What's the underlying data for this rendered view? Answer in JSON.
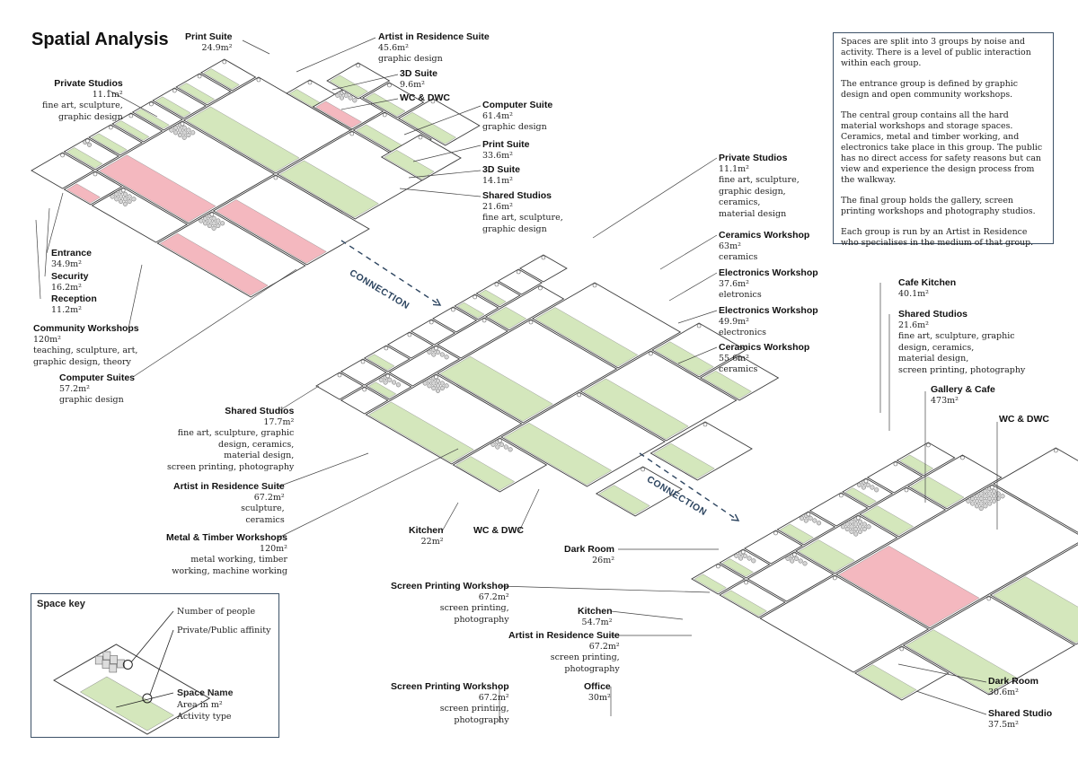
{
  "title": "Spatial Analysis",
  "connection_label": "CONNECTION",
  "description": [
    "Spaces are split into 3 groups by noise and activity. There is a level of public interaction within each group.",
    "The entrance group is defined by graphic design and open community workshops.",
    "The central group contains all the hard material workshops and storage spaces. Ceramics, metal and timber working, and electronics take place in this group. The public has no direct access for safety reasons but can view and experience the design process from the walkway.",
    "The final group holds the gallery, screen printing workshops and  photography studios.",
    "Each group is run by an Artist in Residence who specialises in the medium of that group."
  ],
  "key": {
    "title": "Space key",
    "people": "Number of people",
    "affinity": "Private/Public affinity",
    "space_name": "Space Name",
    "area": "Area in m²",
    "activity": "Activity type"
  },
  "colors": {
    "green": "#d4e7bc",
    "pink": "#f4b8bf",
    "line": "#3a3a3a",
    "accent": "#2d4560"
  },
  "labels": [
    {
      "id": "print-suite-1",
      "name": "Print Suite",
      "area": "24.9m²",
      "activity": ""
    },
    {
      "id": "artist-res-1",
      "name": "Artist in Residence Suite",
      "area": "45.6m²",
      "activity": "graphic design"
    },
    {
      "id": "3d-suite-1",
      "name": "3D Suite",
      "area": "9.6m²",
      "activity": ""
    },
    {
      "id": "wc-1",
      "name": "WC & DWC",
      "area": "",
      "activity": ""
    },
    {
      "id": "private-studios-1",
      "name": "Private Studios",
      "area": "11.1m²",
      "activity": "fine art, sculpture,\ngraphic design"
    },
    {
      "id": "computer-suite-1",
      "name": "Computer Suite",
      "area": "61.4m²",
      "activity": "graphic design"
    },
    {
      "id": "print-suite-2",
      "name": "Print Suite",
      "area": "33.6m²",
      "activity": ""
    },
    {
      "id": "3d-suite-2",
      "name": "3D Suite",
      "area": "14.1m²",
      "activity": ""
    },
    {
      "id": "shared-studios-1",
      "name": "Shared Studios",
      "area": "21.6m²",
      "activity": "fine art, sculpture,\ngraphic design"
    },
    {
      "id": "entrance",
      "name": "Entrance",
      "area": "34.9m²",
      "activity": ""
    },
    {
      "id": "security",
      "name": "Security",
      "area": "16.2m²",
      "activity": ""
    },
    {
      "id": "reception",
      "name": "Reception",
      "area": "11.2m²",
      "activity": ""
    },
    {
      "id": "community",
      "name": "Community Workshops",
      "area": "120m²",
      "activity": "teaching, sculpture, art,\ngraphic design, theory"
    },
    {
      "id": "computer-suites",
      "name": "Computer Suites",
      "area": "57.2m²",
      "activity": "graphic design"
    },
    {
      "id": "private-studios-2",
      "name": "Private Studios",
      "area": "11.1m²",
      "activity": "fine art, sculpture,\ngraphic design,\nceramics,\nmaterial design"
    },
    {
      "id": "ceramics-1",
      "name": "Ceramics Workshop",
      "area": "63m²",
      "activity": "ceramics"
    },
    {
      "id": "electronics-1",
      "name": "Electronics Workshop",
      "area": "37.6m²",
      "activity": "eletronics"
    },
    {
      "id": "electronics-2",
      "name": "Electronics Workshop",
      "area": "49.9m²",
      "activity": "electronics"
    },
    {
      "id": "ceramics-2",
      "name": "Ceramics Workshop",
      "area": "55.6m²",
      "activity": "ceramics"
    },
    {
      "id": "shared-studios-2",
      "name": "Shared Studios",
      "area": "17.7m²",
      "activity": "fine art, sculpture, graphic\ndesign, ceramics,\nmaterial design,\nscreen printing, photography"
    },
    {
      "id": "artist-res-2",
      "name": "Artist in Residence Suite",
      "area": "67.2m²",
      "activity": "sculpture,\nceramics"
    },
    {
      "id": "metal-timber",
      "name": "Metal & Timber Workshops",
      "area": "120m²",
      "activity": "metal working, timber\nworking, machine working"
    },
    {
      "id": "kitchen-1",
      "name": "Kitchen",
      "area": "22m²",
      "activity": ""
    },
    {
      "id": "wc-2",
      "name": "WC & DWC",
      "area": "",
      "activity": ""
    },
    {
      "id": "cafe-kitchen",
      "name": "Cafe Kitchen",
      "area": "40.1m²",
      "activity": ""
    },
    {
      "id": "shared-studios-3",
      "name": "Shared Studios",
      "area": "21.6m²",
      "activity": "fine art, sculpture, graphic\ndesign, ceramics,\nmaterial design,\nscreen printing, photography"
    },
    {
      "id": "gallery",
      "name": "Gallery & Cafe",
      "area": "473m²",
      "activity": ""
    },
    {
      "id": "wc-3",
      "name": "WC & DWC",
      "area": "",
      "activity": ""
    },
    {
      "id": "dark-room-1",
      "name": "Dark Room",
      "area": "26m²",
      "activity": ""
    },
    {
      "id": "screen-print-1",
      "name": "Screen Printing Workshop",
      "area": "67.2m²",
      "activity": "screen printing,\nphotography"
    },
    {
      "id": "kitchen-2",
      "name": "Kitchen",
      "area": "54.7m²",
      "activity": ""
    },
    {
      "id": "artist-res-3",
      "name": "Artist in Residence Suite",
      "area": "67.2m²",
      "activity": "screen printing,\nphotography"
    },
    {
      "id": "screen-print-2",
      "name": "Screen Printing Workshop",
      "area": "67.2m²",
      "activity": "screen printing,\nphotography"
    },
    {
      "id": "office",
      "name": "Office",
      "area": "30m²",
      "activity": ""
    },
    {
      "id": "dark-room-2",
      "name": "Dark Room",
      "area": "30.6m²",
      "activity": ""
    },
    {
      "id": "shared-studio-4",
      "name": "Shared Studio",
      "area": "37.5m²",
      "activity": ""
    }
  ]
}
